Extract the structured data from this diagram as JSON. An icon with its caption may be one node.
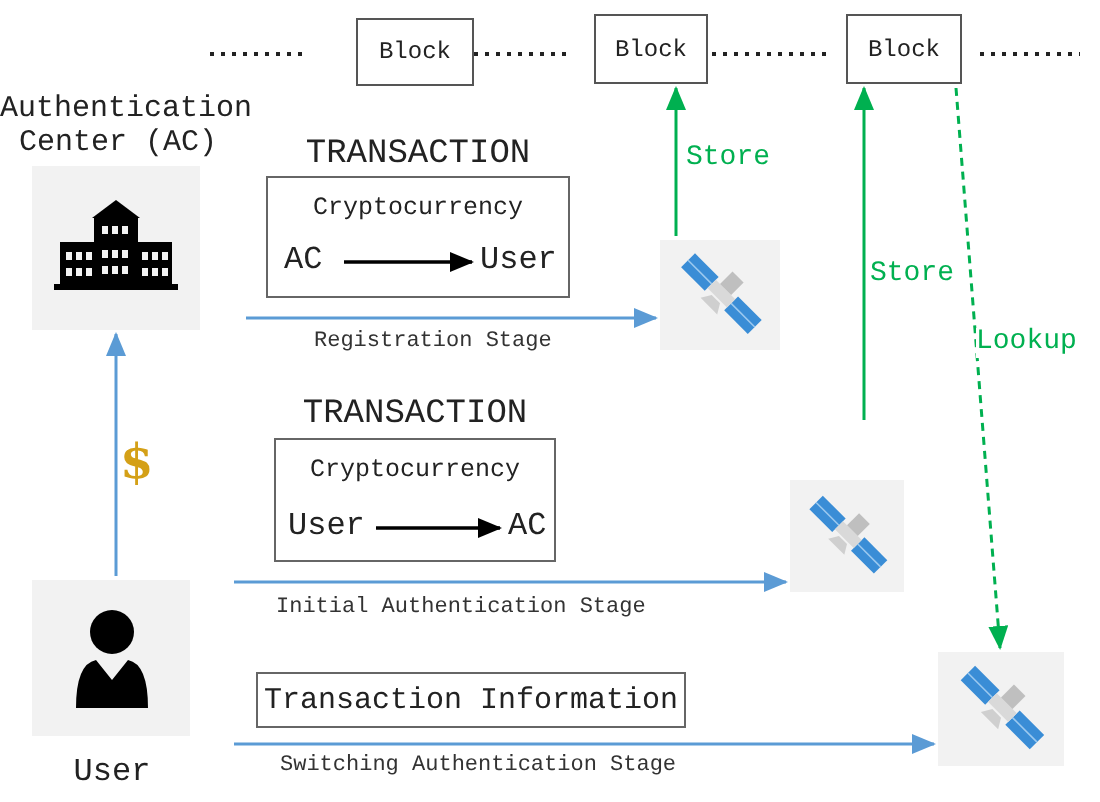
{
  "diagram": {
    "nodes": [
      {
        "text": [
          "Block"
        ]
      },
      {
        "text": [
          "Block"
        ]
      },
      {
        "text": [
          "Block"
        ]
      },
      {
        "text": [
          "Authentication Center (AC)"
        ]
      },
      {
        "text": [
          "TRANSACTION",
          "Cryptocurrency"
        ]
      },
      {
        "text": [
          "AC"
        ],
        "in": 4
      },
      {
        "text": [
          "User"
        ],
        "in": 4
      },
      {
        "text": [],
        "shape": "picture"
      },
      {
        "text": [
          "TRANSACTION",
          "Cryptocurrency"
        ]
      },
      {
        "text": [
          "User"
        ],
        "in": 8
      },
      {
        "text": [
          "AC"
        ],
        "in": 8
      },
      {
        "text": [],
        "shape": "picture"
      },
      {
        "text": [
          "User"
        ]
      },
      {
        "text": [
          "Transaction Information"
        ]
      },
      {
        "text": [],
        "shape": "picture"
      }
    ],
    "edges": [
      {
        "from": null,
        "to": 7,
        "arrow": "to",
        "label": "Registration Stage"
      },
      {
        "from": null,
        "to": 11,
        "arrow": "to",
        "label": "Initial Authentication Stage"
      },
      {
        "from": null,
        "to": 14,
        "arrow": "to",
        "label": "Switching Authentication Stage"
      },
      {
        "from": 12,
        "to": 3,
        "arrow": "to"
      },
      {
        "from": 7,
        "to": 1,
        "arrow": "to",
        "label": "Store",
        "color": "#00b050"
      },
      {
        "from": null,
        "to": 2,
        "arrow": "to",
        "label": "Store",
        "color": "#00b050"
      },
      {
        "from": 2,
        "to": 14,
        "arrow": "to",
        "label": "Lookup",
        "style": "dashed",
        "color": "#00b050"
      },
      {
        "from": 5,
        "to": 6,
        "arrow": "to",
        "color": "#000000"
      },
      {
        "from": 9,
        "to": 10,
        "arrow": "to",
        "color": "#000000"
      }
    ],
    "labels": [
      "$"
    ]
  }
}
